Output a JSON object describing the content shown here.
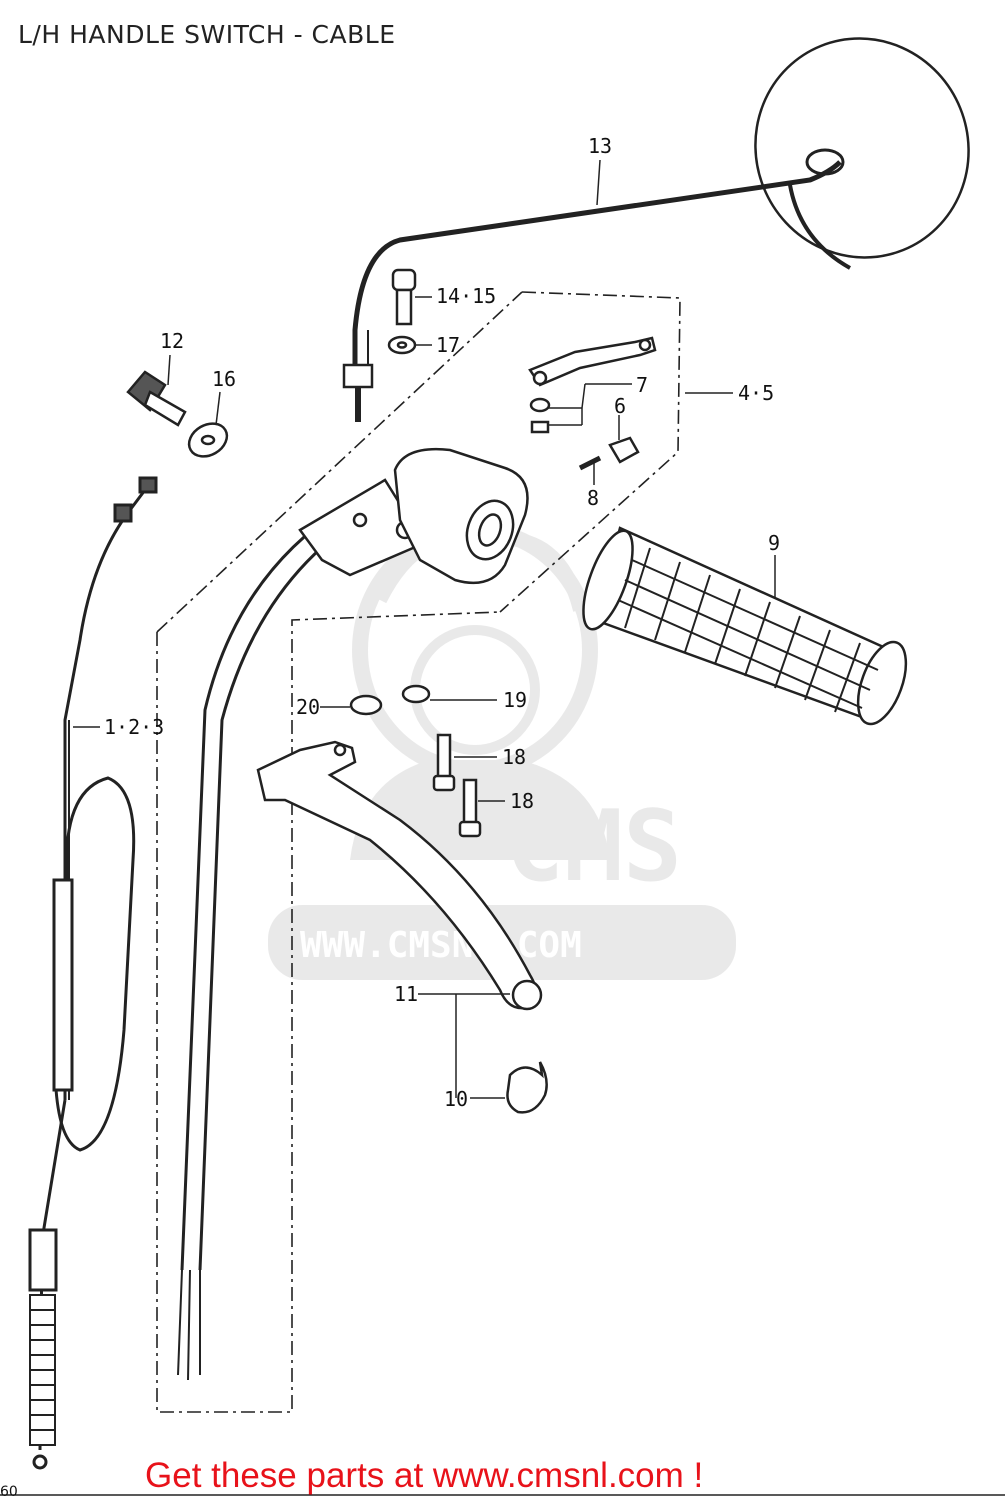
{
  "title": "L/H HANDLE SWITCH - CABLE",
  "cta": "Get these parts at www.cmsnl.com !",
  "page_number": "60",
  "watermark": {
    "logo_text": "CMS",
    "url_text": "WWW.CMSNL.COM"
  },
  "callouts": [
    {
      "id": "c13",
      "label": "13"
    },
    {
      "id": "c1415",
      "label": "14·15"
    },
    {
      "id": "c17",
      "label": "17"
    },
    {
      "id": "c12",
      "label": "12"
    },
    {
      "id": "c16",
      "label": "16"
    },
    {
      "id": "c7",
      "label": "7"
    },
    {
      "id": "c45",
      "label": "4·5"
    },
    {
      "id": "c6",
      "label": "6"
    },
    {
      "id": "c8",
      "label": "8"
    },
    {
      "id": "c9",
      "label": "9"
    },
    {
      "id": "c123",
      "label": "1·2·3"
    },
    {
      "id": "c20",
      "label": "20"
    },
    {
      "id": "c19",
      "label": "19"
    },
    {
      "id": "c18a",
      "label": "18"
    },
    {
      "id": "c18b",
      "label": "18"
    },
    {
      "id": "c11",
      "label": "11"
    },
    {
      "id": "c10",
      "label": "10"
    }
  ]
}
